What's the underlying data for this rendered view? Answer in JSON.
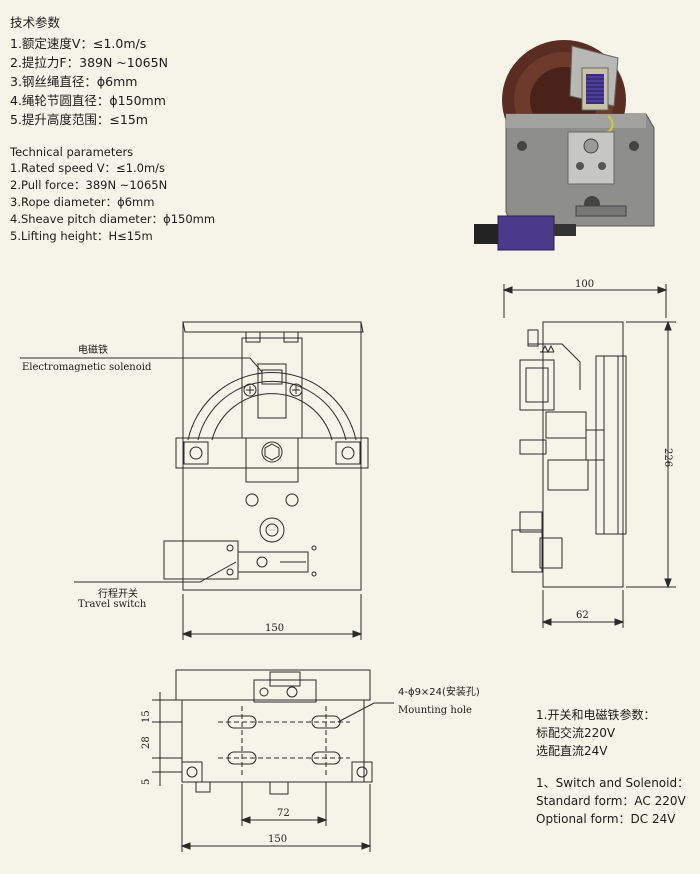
{
  "specs_cn": {
    "title": "技术参数",
    "lines": [
      "1.额定速度V：≤1.0m/s",
      "2.提拉力F：389N ~1065N",
      "3.钢丝绳直径：ϕ6mm",
      "4.绳轮节圆直径：ϕ150mm",
      "5.提升高度范围：≤15m"
    ]
  },
  "specs_en": {
    "title": "Technical parameters",
    "lines": [
      "1.Rated speed V：≤1.0m/s",
      "2.Pull force：389N ~1065N",
      "3.Rope diameter：ϕ6mm",
      "4.Sheave pitch diameter：ϕ150mm",
      "5.Lifting height：H≤15m"
    ]
  },
  "switch_notes": {
    "cn_title": "1.开关和电磁铁参数：",
    "cn_lines": [
      "标配交流220V",
      "选配直流24V"
    ],
    "en_title": "1、Switch and Solenoid：",
    "en_lines": [
      "Standard form：AC 220V",
      "Optional form：DC 24V"
    ]
  },
  "labels": {
    "solenoid_cn": "电磁铁",
    "solenoid_en": "Electromagnetic solenoid",
    "switch_cn": "行程开关",
    "switch_en": "Travel switch",
    "hole_cn": "4-ϕ9×24(安装孔)",
    "hole_en": "Mounting hole"
  },
  "dimensions": {
    "front_width": "150",
    "side_width": "100",
    "side_height": "226",
    "side_base": "62",
    "bottom_width": "150",
    "bottom_hole_spacing": "72",
    "bottom_left_15": "15",
    "bottom_left_28": "28",
    "bottom_left_5": "5"
  },
  "colors": {
    "background": "#f6f4e8",
    "line": "#2a2a2a",
    "sheave": "#5a2c22",
    "bracket": "#8e8e8a",
    "switch_body": "#4a3a8a"
  }
}
